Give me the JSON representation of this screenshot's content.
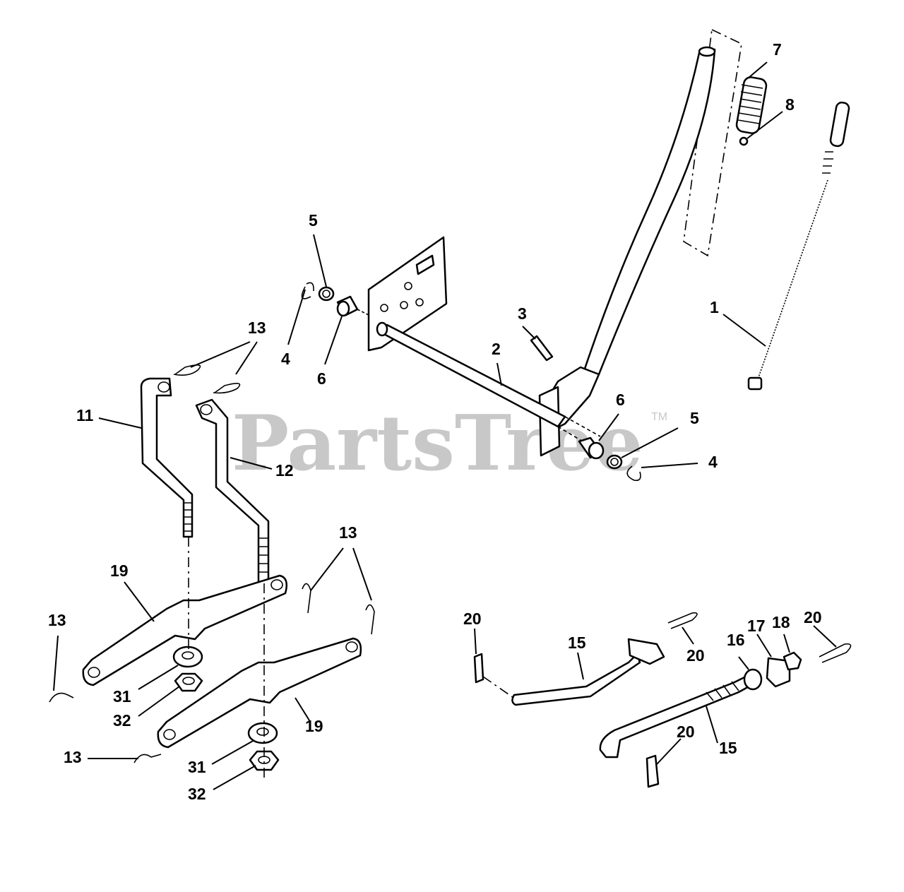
{
  "watermark": {
    "brand": "PartsTree",
    "trademark": "TM"
  },
  "callouts": {
    "c1": "1",
    "c2": "2",
    "c3": "3",
    "c4a": "4",
    "c4b": "4",
    "c5a": "5",
    "c5b": "5",
    "c6a": "6",
    "c6b": "6",
    "c7": "7",
    "c8": "8",
    "c11": "11",
    "c12": "12",
    "c13a": "13",
    "c13b": "13",
    "c13c": "13",
    "c13d": "13",
    "c15a": "15",
    "c15b": "15",
    "c16": "16",
    "c17": "17",
    "c18": "18",
    "c19a": "19",
    "c19b": "19",
    "c20a": "20",
    "c20b": "20",
    "c20c": "20",
    "c20d": "20",
    "c31a": "31",
    "c31b": "31",
    "c32a": "32",
    "c32b": "32"
  }
}
